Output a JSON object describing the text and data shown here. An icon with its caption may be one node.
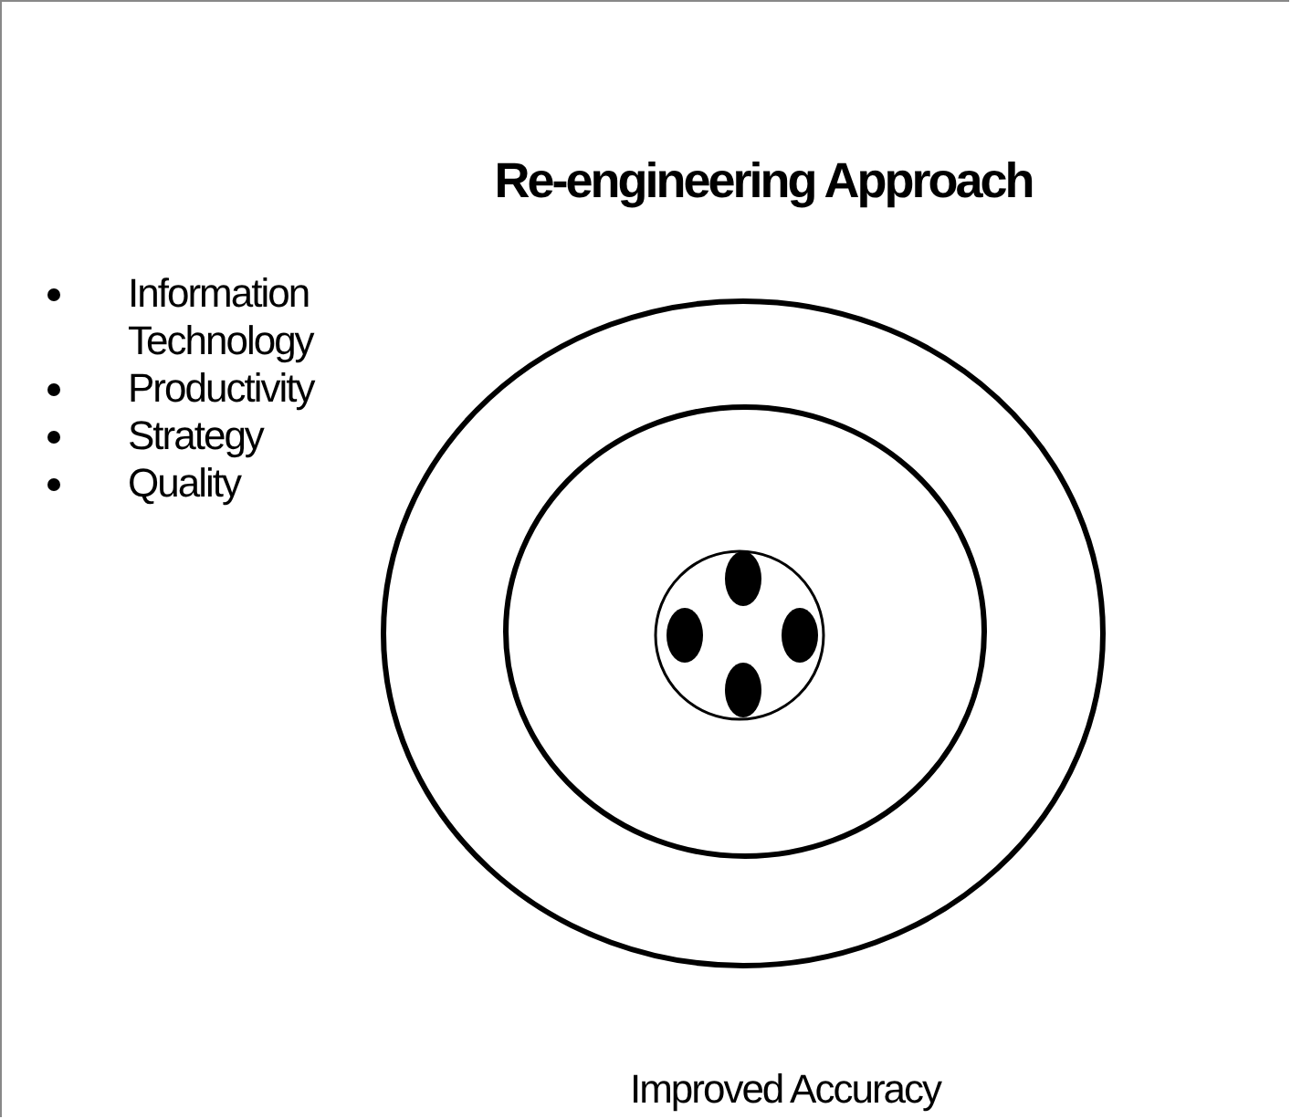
{
  "diagram": {
    "title": "Re-engineering Approach",
    "labels": [
      "Information Technology",
      "Productivity",
      "Strategy",
      "Quality",
      "Improved Accuracy"
    ]
  }
}
